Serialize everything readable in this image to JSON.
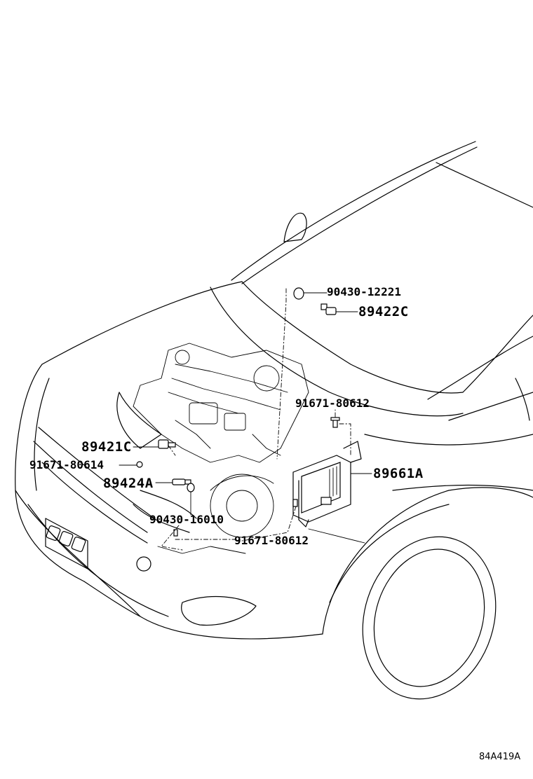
{
  "figure_code": "84A419A",
  "callouts": [
    {
      "id": "c1",
      "part_no": "90430-12221",
      "size": "sm"
    },
    {
      "id": "c2",
      "part_no": "89422C",
      "size": "lg"
    },
    {
      "id": "c3",
      "part_no": "91671-80612",
      "size": "sm"
    },
    {
      "id": "c4",
      "part_no": "89421C",
      "size": "lg"
    },
    {
      "id": "c5",
      "part_no": "91671-80614",
      "size": "sm"
    },
    {
      "id": "c6",
      "part_no": "89424A",
      "size": "lg"
    },
    {
      "id": "c7",
      "part_no": "89661A",
      "size": "lg"
    },
    {
      "id": "c8",
      "part_no": "90430-16010",
      "size": "sm"
    },
    {
      "id": "c9",
      "part_no": "91671-80612",
      "size": "sm"
    }
  ]
}
